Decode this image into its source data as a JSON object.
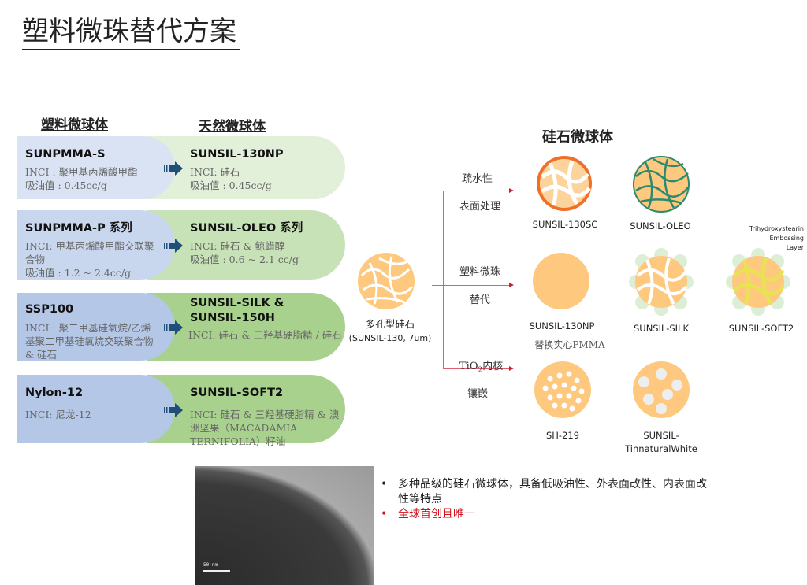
{
  "title": "塑料微珠替代方案",
  "headers": {
    "plastic": "塑料微球体",
    "natural": "天然微球体",
    "silica": "硅石微球体"
  },
  "rows": [
    {
      "plastic_name": "SUNPMMA-S",
      "plastic_desc": [
        "INCI : 聚甲基丙烯酸甲酯",
        "吸油值 : 0.45cc/g"
      ],
      "natural_name": "SUNSIL-130NP",
      "natural_desc": [
        "INCI: 硅石",
        "吸油值 : 0.45cc/g"
      ],
      "blue": "#dae3f3",
      "green": "#e2efd9"
    },
    {
      "plastic_name": "SUNPMMA-P 系列",
      "plastic_desc": [
        "INCI: 甲基丙烯酸甲酯交联聚",
        "合物",
        "吸油值 : 1.2 ~ 2.4cc/g"
      ],
      "natural_name": "SUNSIL-OLEO 系列",
      "natural_desc": [
        "INCI: 硅石 & 鲸蜡醇",
        "吸油值 : 0.6 ~ 2.1 cc/g"
      ],
      "blue": "#c9d7ee",
      "green": "#c8e2b7"
    },
    {
      "plastic_name": "SSP100",
      "plastic_desc": [
        "INCI : 聚二甲基硅氧烷/乙烯",
        "基聚二甲基硅氧烷交联聚合物",
        "& 硅石"
      ],
      "natural_name": "SUNSIL-SILK &",
      "natural_name2": "SUNSIL-150H",
      "natural_desc": [
        "INCI: 硅石 & 三羟基硬脂精 / 硅石"
      ],
      "blue": "#b4c7e7",
      "green": "#a9d18e"
    },
    {
      "plastic_name": "Nylon-12",
      "plastic_desc": [
        "INCI: 尼龙-12"
      ],
      "natural_name": "SUNSIL-SOFT2",
      "natural_desc": [
        "INCI: 硅石 & 三羟基硬脂精 & 澳",
        "洲坚果（MACADAMIA",
        "TERNIFOLIA）籽油"
      ],
      "blue": "#b4c7e7",
      "green": "#a9d18e"
    }
  ],
  "center": {
    "label1": "多孔型硅石",
    "label2": "(SUNSIL-130, 7um)"
  },
  "branches": [
    {
      "top": "疏水性",
      "bottom": "表面处理"
    },
    {
      "top": "塑料微珠",
      "bottom": "替代"
    },
    {
      "top": "TiO",
      "sub": "2",
      "top_suffix": "内核",
      "bottom": "镶嵌"
    }
  ],
  "spheres": {
    "s130sc": "SUNSIL-130SC",
    "oleo": "SUNSIL-OLEO",
    "s130np": "SUNSIL-130NP",
    "s130np_note": "替换实心PMMA",
    "silk": "SUNSIL-SILK",
    "soft2": "SUNSIL-SOFT2",
    "soft2_note": [
      "Trihydroxystearin",
      "Embossing",
      "Layer"
    ],
    "sh219": "SH-219",
    "white1": "SUNSIL-",
    "white2": "TinnaturalWhite"
  },
  "micrograph": {
    "scale": "50 nm"
  },
  "bullets": [
    {
      "text": "多种品级的硅石微球体，具备低吸油性、外表面改性、内表面改性等特点",
      "color": "#111111"
    },
    {
      "text": "全球首创且唯一",
      "color": "#d0101a"
    }
  ],
  "colors": {
    "arrow": "#1f4e79",
    "sphere": "#fec97f",
    "branch_line": "#e06070"
  }
}
